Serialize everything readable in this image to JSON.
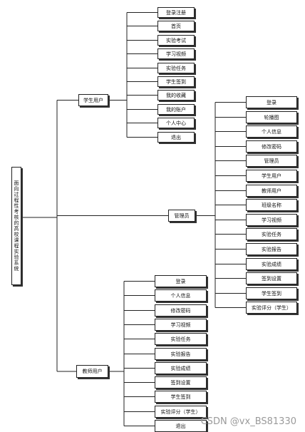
{
  "root": {
    "label": "面向过程性考核的高校课程实验系统"
  },
  "student": {
    "label": "学生用户",
    "items": [
      "登录注册",
      "首页",
      "实验考试",
      "学习视频",
      "实验任务",
      "学生签到",
      "我的收藏",
      "我的账户",
      "个人中心",
      "退出"
    ]
  },
  "admin": {
    "label": "管理员",
    "items": [
      "登录",
      "轮播图",
      "个人信息",
      "修改密码",
      "管理员",
      "学生用户",
      "教师用户",
      "班级名称",
      "学习视频",
      "实验任务",
      "实验报告",
      "实验成绩",
      "签到设置",
      "学生签到",
      "实验评分（学生）"
    ]
  },
  "teacher": {
    "label": "教师用户",
    "items": [
      "登录",
      "个人信息",
      "修改密码",
      "学习视频",
      "实验任务",
      "实验报告",
      "实验成绩",
      "签到设置",
      "学生签到",
      "实验评分（学生）",
      "退出"
    ]
  },
  "watermark": "CSDN @vx_BS81330"
}
